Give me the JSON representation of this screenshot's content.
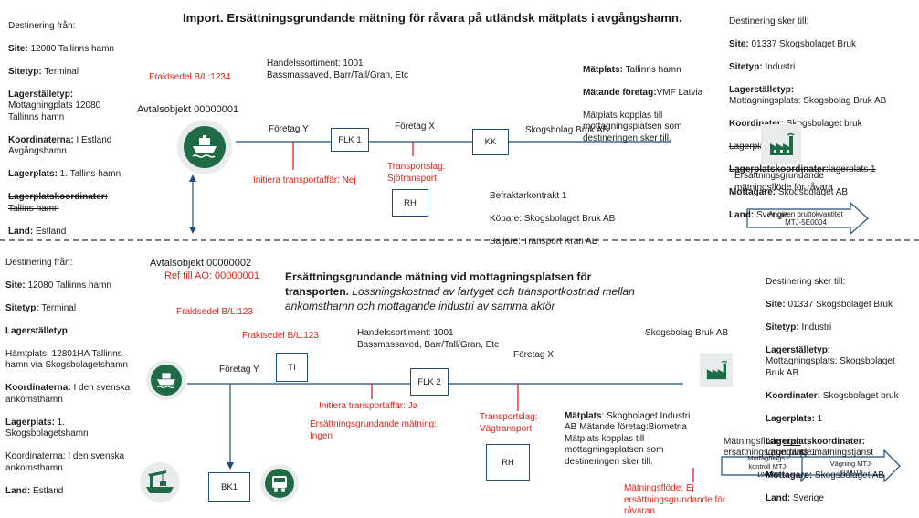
{
  "colors": {
    "accent_red": "#e0241b",
    "line_blue": "#1f4e79",
    "icon_green": "#1f6b45"
  },
  "top": {
    "title": "Import. Ersättningsgrundande mätning för råvara på utländsk mätplats i avgångshamn.",
    "origin": {
      "heading": "Destinering från:",
      "site_label": "Site:",
      "site_value": " 12080 Tallinns hamn",
      "sitetyp_label": "Sitetyp:",
      "sitetyp_value": " Terminal",
      "lagertyp_label": "Lagerställetyp:",
      "lagertyp_value": "Mottagningplats 12080 Tallinns hamn",
      "koord_label": "Koordinaterna:",
      "koord_value": " I Estland Avgångshamn",
      "lagerplats_label": "Lagerplats:",
      "lagerplats_value": " 1. Tallins hamn",
      "lpkoord_label": "Lagerplatskoordinater:",
      "lpkoord_value": "Tallins hamn",
      "land_label": "Land:",
      "land_value": " Estland"
    },
    "fraktsedel": "Fraktsedel B/L:1234",
    "avtalsobjekt": "Avtalsobjekt 00000001",
    "handelssortiment": "Handelssortiment: 1001 Bassmassaved, Barr/Tall/Gran, Etc",
    "foretag_y": "Företag Y",
    "flk": "FLK 1",
    "foretag_x": "Företag X",
    "kk": "KK",
    "skogsbolag": "Skogsbolag Bruk AB",
    "initiera": "Initiera transportaffär: Nej",
    "transportslag": "Transportslag: Sjötransport",
    "rh": "RH",
    "befrakt": {
      "line1": "Befraktarkontrakt 1",
      "line2": "Köpare: Skogsbolaget Bruk AB",
      "line3": "Säljare: Transport Kran AB"
    },
    "matplats": {
      "l1_label": "Mätplats:",
      "l1_value": " Tallinns hamn",
      "l2_label": "Mätande företag:",
      "l2_value": "VMF Latvia",
      "text": "Mätplats kopplas till mottagningsplatsen som destineringen sker till."
    },
    "dest": {
      "heading": "Destinering sker till:",
      "site_label": "Site:",
      "site_value": " 01337 Skogsbolaget Bruk",
      "sitetyp_label": "Sitetyp:",
      "sitetyp_value": " Industri",
      "lagertyp_label": "Lagerställetyp:",
      "lagertyp_value": "Mottagningsplats: Skogsbolag Bruk AB",
      "koord_label": "Koordinater:",
      "koord_value": " Skogsbolaget bruk",
      "lagerplats_value": "Lagerplats: 1",
      "lpkoord_label": "Lagerplatskoordinater:",
      "lpkoord_value": "lagerplats 1",
      "agare_label": "Mottagare:",
      "agare_value": " Skogsbolaget AB",
      "land_label": "Land:",
      "land_value": " Sverige"
    },
    "flode_text": "Ersättningsgrundande mätningsflöde för råvara",
    "angiven": "Angiven bruttokvantitet MTJ-5E0004"
  },
  "bottom": {
    "title_bold": "Ersättningsgrundande mätning vid mottagningsplatsen för transporten.",
    "title_italic": " Lossningskostnad av fartyget och transportkostnad mellan ankomsthamn och mottagande industri av samma aktör",
    "origin": {
      "heading": "Destinering från:",
      "site_label": "Site:",
      "site_value": " 12080 Tallinns hamn",
      "sitetyp_label": "Sitetyp:",
      "sitetyp_value": " Terminal",
      "lagertyp_label": "Lagerställetyp",
      "lagertyp_value": "Hämtplats: 12801HA Tallinns hamn via Skogsbolagetshamn",
      "koord_label": "Koordinaterna:",
      "koord_value": " I den svenska ankomsthamn",
      "lagerplats_label": "Lagerplats:",
      "lagerplats_value": " 1. Skogsbolagetshamn",
      "koord2": "Koordinaterna: I den svenska ankomsthamn",
      "land_label": "Land:",
      "land_value": " Estland"
    },
    "avtalsobjekt": "Avtalsobjekt 00000002",
    "ref": "Ref till AO: 00000001",
    "fraktsedel1": "Fraktsedel B/L:123",
    "fraktsedel2": "Fraktsedel B/L:123",
    "ti": "TI",
    "foretag_y": "Företag Y",
    "handelssortiment": "Handelssortiment: 1001 Bassmassaved, Barr/Tall/Gran, Etc",
    "flk": "FLK 2",
    "foretag_x": "Företag X",
    "skogsbolag": "Skogsbolag Bruk AB",
    "initiera": "Initiera transportaffär: Ja",
    "ers_matning": "Ersättningsgrundande mätning: Ingen",
    "transportslag": "Transportslag: Vägtransport",
    "rh": "RH",
    "bk1": "BK1",
    "matplats": {
      "label": "Mätplats",
      "text": ": Skogbolaget Industri AB Mätande företag:Biometria Mätplats kopplas till mottagningsplatsen som destineringen sker till."
    },
    "dest": {
      "heading": "Destinering sker till:",
      "site_label": "Site:",
      "site_value": " 01337 Skogsbolaget Bruk",
      "sitetyp_label": "Sitetyp:",
      "sitetyp_value": " Industri",
      "lagertyp_label": "Lagerställetyp:",
      "lagertyp_value": "Mottagningsplats: Skogsbolaget Bruk AB",
      "koord_label": "Koordinater:",
      "koord_value": " Skogsbolaget bruk",
      "lagerplats_label": "Lagerplats:",
      "lagerplats_value": " 1",
      "lpkoord_label": "Lagerplatskoordinater:",
      "lpkoord_value": "Lagerplats 1",
      "agare_label": "Mottagare:",
      "agare_value": " Skogsbolaget AB",
      "land_label": "Land:",
      "land_value": " Sverige"
    },
    "flode_pre": "Mätningsflöde ",
    "flode_u": "utan",
    "flode_post": " ersättningsgrundande mätningstjänst",
    "kontroll": "Mottagnings - kontroll MTJ-100002",
    "vagning": "Vägning MTJ-700015",
    "matningsflode_ej": "Mätningsflöde: Ej ersättningsgrundande för råvaran"
  }
}
